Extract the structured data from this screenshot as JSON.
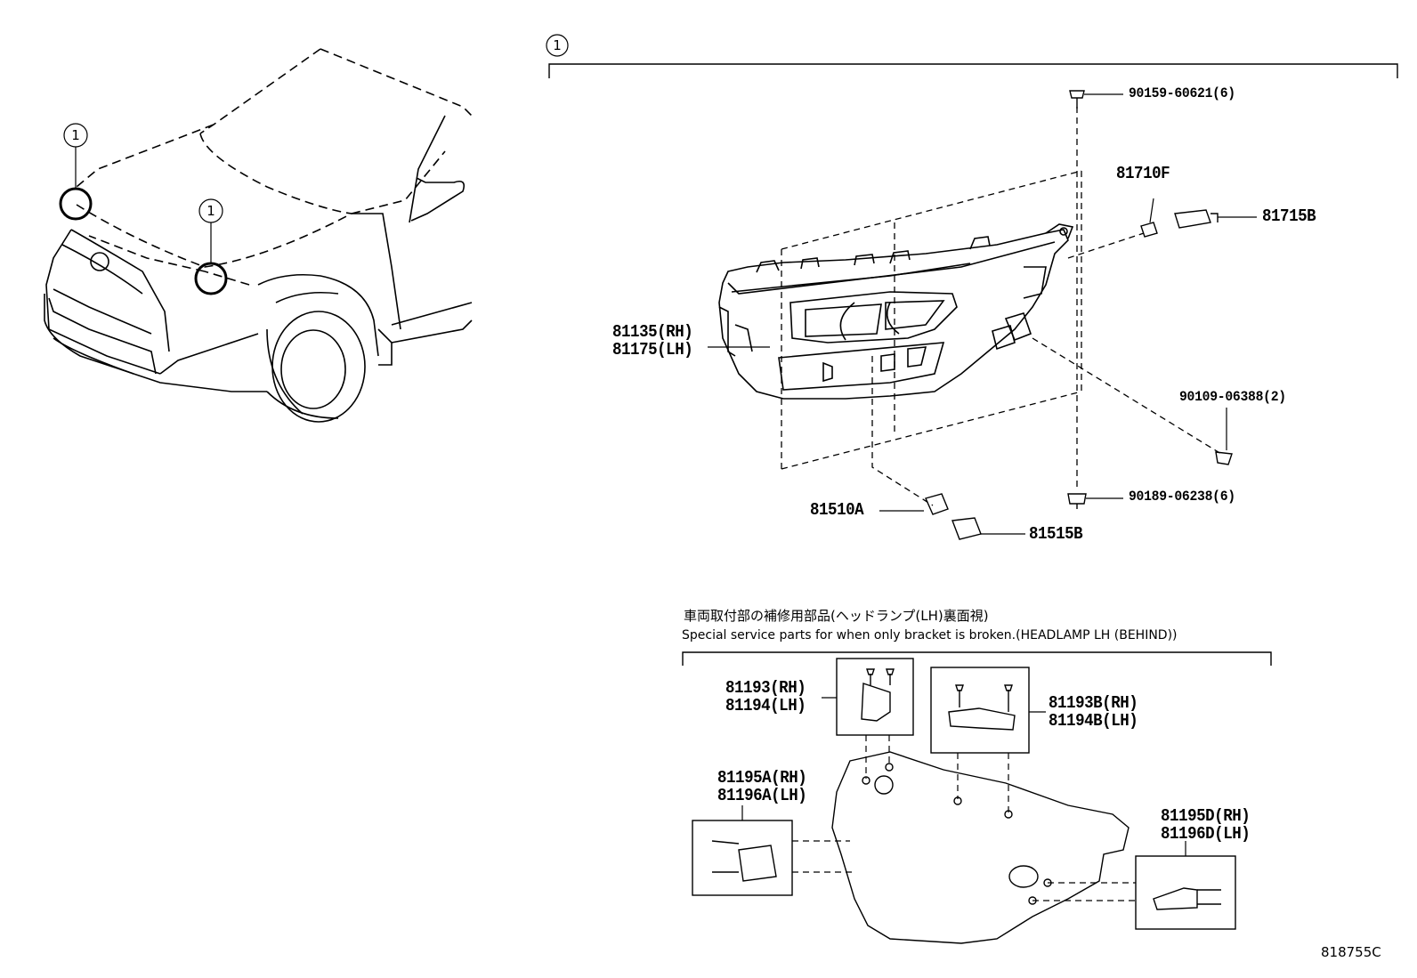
{
  "callout": "1",
  "parts": {
    "p90159": "90159-60621(6)",
    "p81710f": "81710F",
    "p81715b": "81715B",
    "p81135": "81135(RH)",
    "p81175": "81175(LH)",
    "p90109": "90109-06388(2)",
    "p90189": "90189-06238(6)",
    "p81510a": "81510A",
    "p81515b": "81515B",
    "p81193": "81193(RH)",
    "p81194": "81194(LH)",
    "p81193b": "81193B(RH)",
    "p81194b": "81194B(LH)",
    "p81195a": "81195A(RH)",
    "p81196a": "81196A(LH)",
    "p81195d": "81195D(RH)",
    "p81196d": "81196D(LH)"
  },
  "notes": {
    "jp": "車両取付部の補修用部品(ヘッドランプ(LH)裏面視)",
    "en": "Special service parts for when only bracket is broken.(HEADLAMP LH (BEHIND))"
  },
  "drawing_code": "818755C"
}
